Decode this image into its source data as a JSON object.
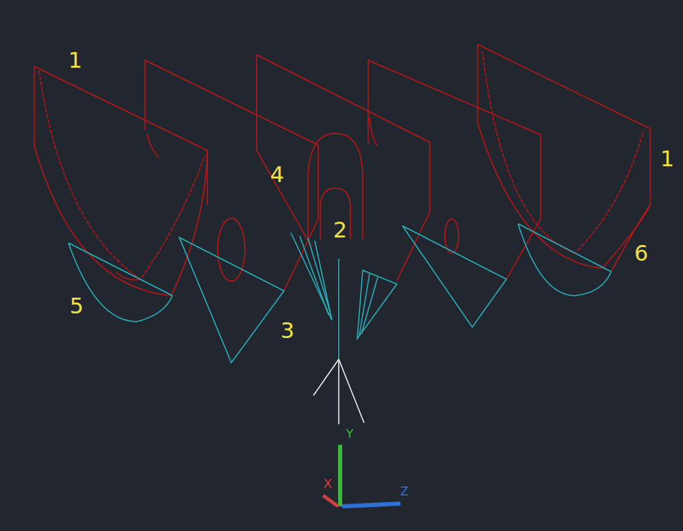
{
  "diagram": {
    "labels": [
      "1",
      "1",
      "4",
      "2",
      "6",
      "5",
      "3",
      "Y",
      "X",
      "Z"
    ]
  }
}
